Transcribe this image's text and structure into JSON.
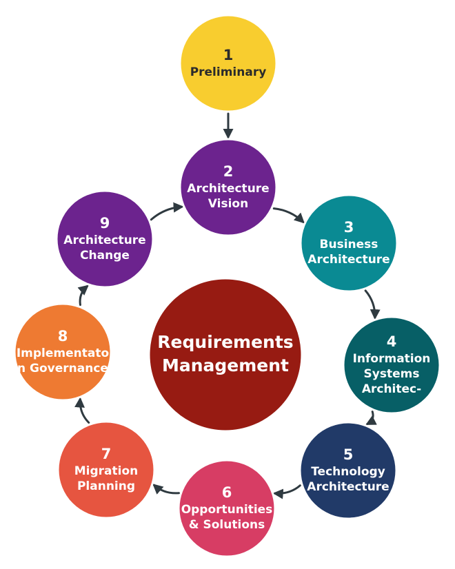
{
  "center": {
    "lines": [
      "Requirements",
      "Management"
    ],
    "color": "#971b12",
    "text_color": "#ffffff"
  },
  "nodes": [
    {
      "id": "preliminary",
      "number": "1",
      "lines": [
        "Preliminary"
      ],
      "color": "#f8cd2f",
      "text_color": "#2b2b2b"
    },
    {
      "id": "architecture-vision",
      "number": "2",
      "lines": [
        "Architecture",
        "Vision"
      ],
      "color": "#6c238e",
      "text_color": "#ffffff"
    },
    {
      "id": "business-architecture",
      "number": "3",
      "lines": [
        "Business",
        "Architecture"
      ],
      "color": "#0a8a93",
      "text_color": "#ffffff"
    },
    {
      "id": "information-systems-architecture",
      "number": "4",
      "lines": [
        "Information",
        "Systems",
        "Architec-"
      ],
      "color": "#075f66",
      "text_color": "#ffffff"
    },
    {
      "id": "technology-architecture",
      "number": "5",
      "lines": [
        "Technology",
        "Architecture"
      ],
      "color": "#213a68",
      "text_color": "#ffffff"
    },
    {
      "id": "opportunities-solutions",
      "number": "6",
      "lines": [
        "Opportunities",
        "& Solutions"
      ],
      "color": "#d73d64",
      "text_color": "#ffffff"
    },
    {
      "id": "migration-planning",
      "number": "7",
      "lines": [
        "Migration",
        "Planning"
      ],
      "color": "#e65540",
      "text_color": "#ffffff"
    },
    {
      "id": "implementation-governance",
      "number": "8",
      "lines": [
        "Implementato",
        "n Governance"
      ],
      "color": "#ee7a32",
      "text_color": "#ffffff"
    },
    {
      "id": "architecture-change",
      "number": "9",
      "lines": [
        "Architecture",
        "Change"
      ],
      "color": "#6c238e",
      "text_color": "#ffffff"
    }
  ],
  "edges": [
    {
      "from": "preliminary",
      "to": "architecture-vision"
    },
    {
      "from": "architecture-vision",
      "to": "business-architecture"
    },
    {
      "from": "business-architecture",
      "to": "information-systems-architecture"
    },
    {
      "from": "information-systems-architecture",
      "to": "technology-architecture"
    },
    {
      "from": "technology-architecture",
      "to": "opportunities-solutions"
    },
    {
      "from": "opportunities-solutions",
      "to": "migration-planning"
    },
    {
      "from": "migration-planning",
      "to": "implementation-governance"
    },
    {
      "from": "implementation-governance",
      "to": "architecture-change"
    },
    {
      "from": "architecture-change",
      "to": "architecture-vision"
    }
  ],
  "arrow_color": "#2f3a40"
}
